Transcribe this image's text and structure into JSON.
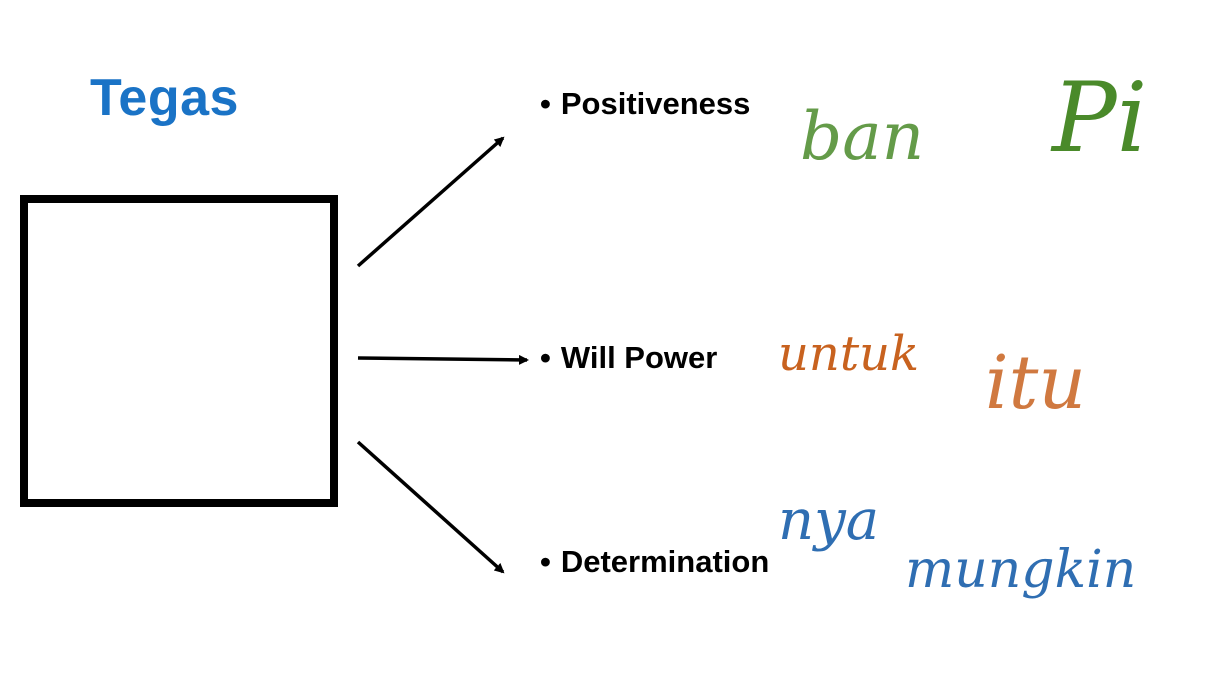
{
  "title": "Tegas",
  "box": {
    "label": ""
  },
  "bullets": [
    {
      "marker": "•",
      "text": "Positiveness"
    },
    {
      "marker": "•",
      "text": "Will Power"
    },
    {
      "marker": "•",
      "text": "Determination"
    }
  ],
  "handwriting": [
    {
      "text": "ban",
      "color": "#4a8a2a"
    },
    {
      "text": "Pi",
      "color": "#4a8a2a"
    },
    {
      "text": "untuk",
      "color": "#c8621f"
    },
    {
      "text": "itu",
      "color": "#c8621f"
    },
    {
      "text": "nya",
      "color": "#2f6eb2"
    },
    {
      "text": "mungkin",
      "color": "#2f6eb2"
    }
  ],
  "colors": {
    "title": "#1a73c6",
    "arrow": "#000000",
    "box_border": "#000000"
  },
  "icons": {
    "arrow": "arrow-icon"
  }
}
